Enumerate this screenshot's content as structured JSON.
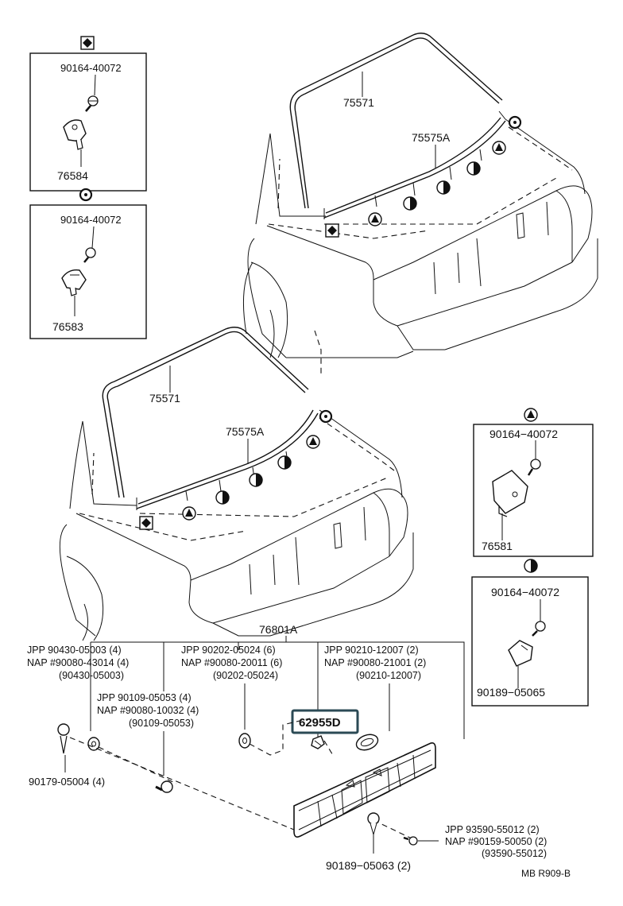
{
  "parts": {
    "p90164_a": "90164-40072",
    "p76584": "76584",
    "p90164_b": "90164-40072",
    "p76583": "76583",
    "p75571_top": "75571",
    "p75575A_top": "75575A",
    "p75571_mid": "75571",
    "p75575A_mid": "75575A",
    "p90164_c": "90164−40072",
    "p76581": "76581",
    "p90164_d": "90164−40072",
    "p90189_05065": "90189−05065",
    "p76801A": "76801A",
    "highlight": "62955D",
    "p90179": "90179-05004 (4)",
    "p90189_05063": "90189−05063 (2)",
    "footer": "MB   R909-B"
  },
  "callouts": {
    "c1": [
      "JPP    90430-05003 (4)",
      "NAP #90080-43014 (4)",
      "(90430-05003)"
    ],
    "c2": [
      "JPP    90202-05024 (6)",
      "NAP #90080-20011 (6)",
      "(90202-05024)"
    ],
    "c3": [
      "JPP    90210-12007 (2)",
      "NAP #90080-21001 (2)",
      "(90210-12007)"
    ],
    "c4": [
      "JPP    90109-05053 (4)",
      "NAP #90080-10032 (4)",
      "(90109-05053)"
    ],
    "c5": [
      "JPP    93590-55012 (2)",
      "NAP  #90159-50050 (2)",
      "(93590-55012)"
    ]
  },
  "icons": {
    "diamond": "diamond-symbol",
    "ring": "ring-symbol",
    "triangle": "triangle-symbol",
    "halfcircle": "half-circle-symbol"
  }
}
